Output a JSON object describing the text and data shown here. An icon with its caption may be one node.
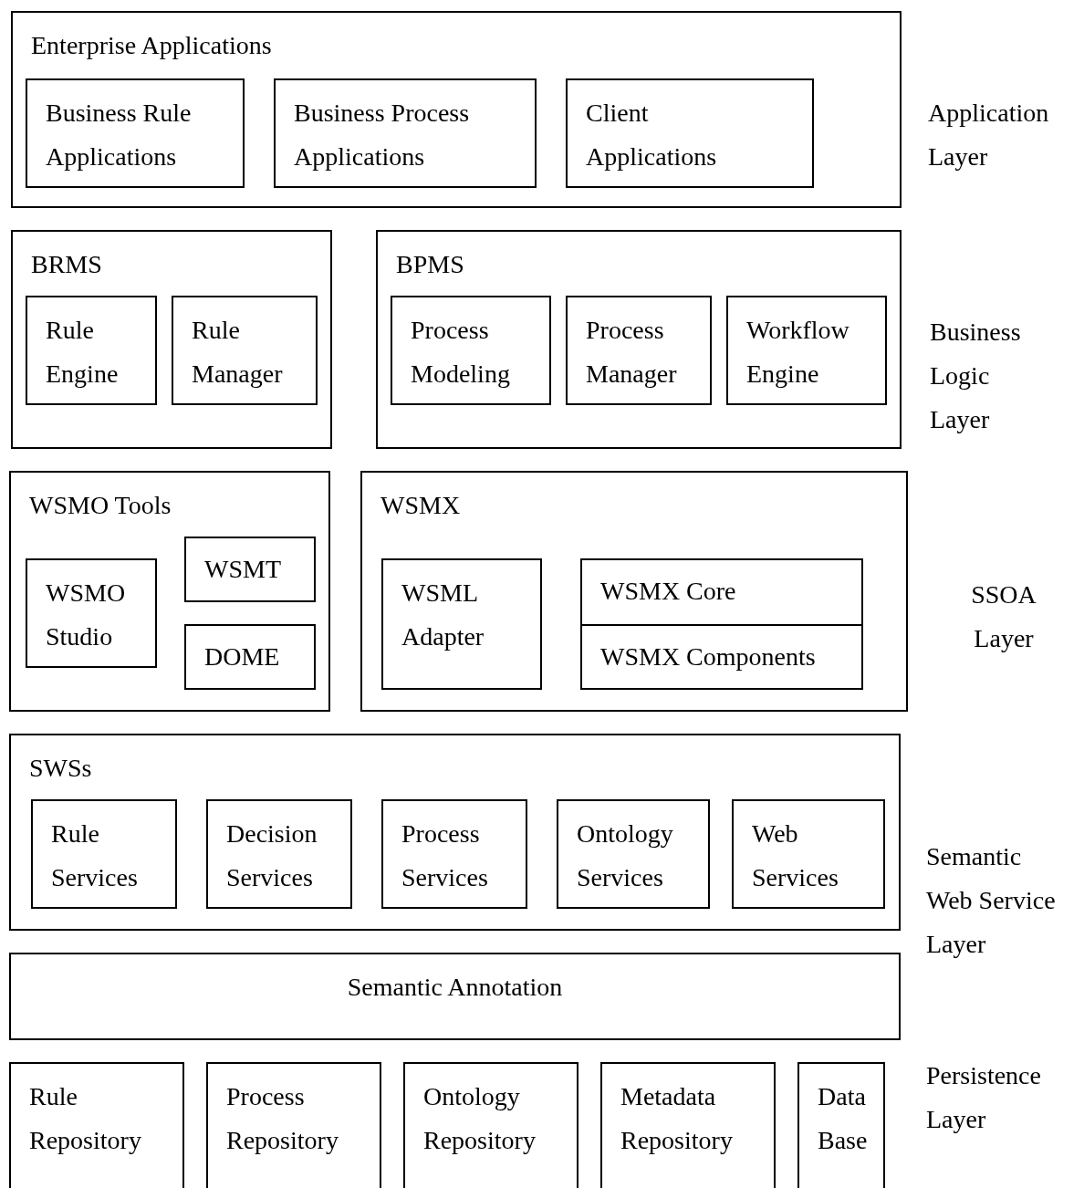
{
  "diagram": {
    "nodes": [
      {
        "text": [
          "Enterprise Applications"
        ]
      },
      {
        "text": [
          "Business Rule Applications"
        ],
        "in": 0
      },
      {
        "text": [
          "Business Process Applications"
        ],
        "in": 0
      },
      {
        "text": [
          "Client Applications"
        ],
        "in": 0
      },
      {
        "text": [
          "BRMS"
        ]
      },
      {
        "text": [
          "Rule Engine"
        ],
        "in": 4
      },
      {
        "text": [
          "Rule Manager"
        ],
        "in": 4
      },
      {
        "text": [
          "BPMS"
        ]
      },
      {
        "text": [
          "Process Modeling"
        ],
        "in": 7
      },
      {
        "text": [
          "Process Manager"
        ],
        "in": 7
      },
      {
        "text": [
          "Workflow Engine"
        ],
        "in": 7
      },
      {
        "text": [
          "WSMO Tools"
        ]
      },
      {
        "text": [
          "WSMO Studio"
        ],
        "in": 11
      },
      {
        "text": [
          "WSMT"
        ],
        "in": 11
      },
      {
        "text": [
          "DOME"
        ],
        "in": 11
      },
      {
        "text": [
          "WSMX"
        ]
      },
      {
        "text": [
          "WSML Adapter"
        ],
        "in": 15
      },
      {
        "text": [
          "WSMX Core"
        ],
        "in": 15
      },
      {
        "text": [
          "WSMX Components"
        ],
        "in": 15
      },
      {
        "text": [
          "SWSs"
        ]
      },
      {
        "text": [
          "Rule Services"
        ],
        "in": 19
      },
      {
        "text": [
          "Decision Services"
        ],
        "in": 19
      },
      {
        "text": [
          "Process Services"
        ],
        "in": 19
      },
      {
        "text": [
          "Ontology Services"
        ],
        "in": 19
      },
      {
        "text": [
          "Web Services"
        ],
        "in": 19
      },
      {
        "text": [
          "Semantic Annotation"
        ]
      },
      {
        "text": [
          "Rule Repository"
        ]
      },
      {
        "text": [
          "Process Repository"
        ]
      },
      {
        "text": [
          "Ontology Repository"
        ]
      },
      {
        "text": [
          "Metadata Repository"
        ]
      },
      {
        "text": [
          "Data Base"
        ]
      }
    ],
    "edges": [],
    "labels": [
      "Application Layer",
      "Business Logic Layer",
      "SSOA Layer",
      "Semantic Web Service Layer",
      "Persistence Layer"
    ]
  }
}
